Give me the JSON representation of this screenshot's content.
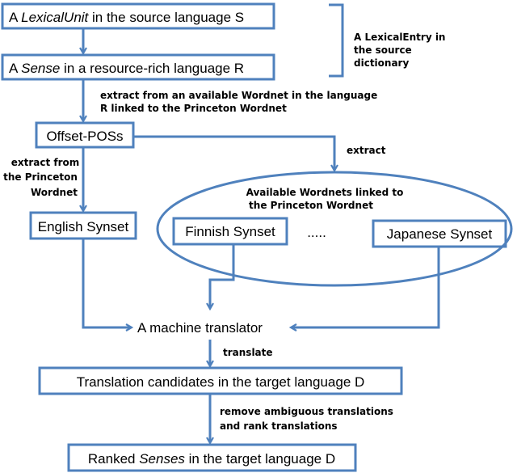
{
  "diagram": {
    "boxes": {
      "lexical_unit": {
        "pre": "A ",
        "italic": "LexicalUnit",
        "post": " in the source language S"
      },
      "sense": {
        "pre": "A ",
        "italic": "Sense",
        "post": " in a resource-rich language R"
      },
      "offset_pos": "Offset-POSs",
      "english_synset": "English Synset",
      "finnish_synset": "Finnish Synset",
      "japanese_synset": "Japanese Synset",
      "translation_candidates": "Translation candidates in the target language D",
      "ranked_senses": {
        "pre": "Ranked ",
        "italic": "Senses",
        "post": " in the target language D"
      }
    },
    "machine_translator": "A machine translator",
    "ellipsis": ".....",
    "bracket_note": [
      "A LexicalEntry in",
      "the source",
      "dictionary"
    ],
    "ellipse_caption": [
      "Available Wordnets linked to",
      "the Princeton Wordnet"
    ],
    "edge_labels": {
      "extract_wordnet": [
        "extract from an available Wordnet in the  language",
        "R linked to the Princeton Wordnet"
      ],
      "extract_princeton": [
        "extract from",
        "the Princeton",
        "Wordnet"
      ],
      "extract": "extract",
      "translate": "translate",
      "remove_rank": [
        "remove ambiguous translations",
        "and rank translations"
      ]
    },
    "colors": {
      "stroke": "#4f81bd",
      "text": "#000000",
      "background": "#ffffff"
    }
  }
}
